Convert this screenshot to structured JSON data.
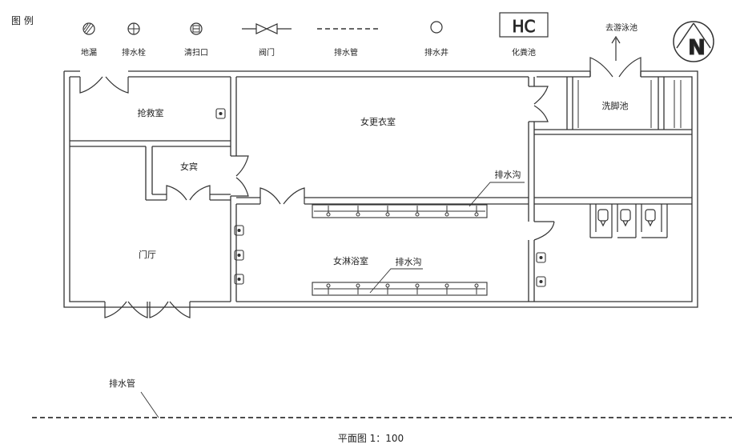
{
  "legend": {
    "title": "图 例",
    "items": [
      {
        "label": "地漏",
        "icon": "floor-drain-icon"
      },
      {
        "label": "排水栓",
        "icon": "drain-plug-icon"
      },
      {
        "label": "清扫口",
        "icon": "cleanout-icon"
      },
      {
        "label": "阀门",
        "icon": "valve-icon"
      },
      {
        "label": "排水管",
        "icon": "drain-pipe-icon"
      },
      {
        "label": "排水井",
        "icon": "drain-well-icon"
      },
      {
        "label": "化粪池",
        "icon": "septic-tank-icon",
        "symbol": "HC"
      }
    ]
  },
  "annotations": {
    "to_pool": "去游泳池",
    "north": "N"
  },
  "rooms": {
    "first_aid": "抢救室",
    "women_changing": "女更衣室",
    "foot_bath": "洗脚池",
    "women_vip": "女宾",
    "lobby": "门厅",
    "women_shower": "女淋浴室",
    "drain_ditch_upper": "排水沟",
    "drain_ditch_lower": "排水沟"
  },
  "drain_pipe_label": "排水管",
  "scale": "平面图 1：100"
}
